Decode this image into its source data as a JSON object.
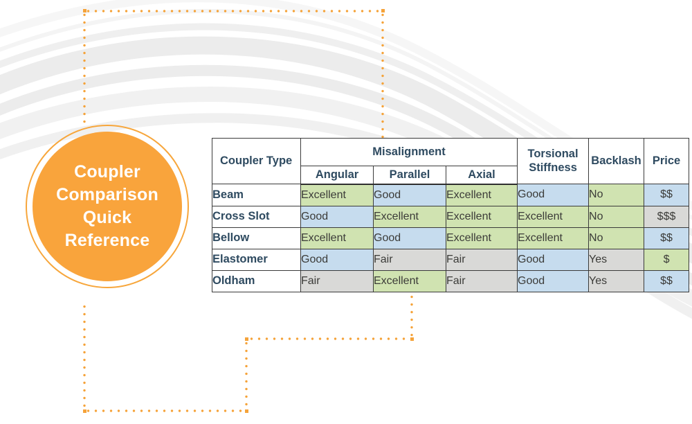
{
  "badge": {
    "lines": [
      "Coupler",
      "Comparison",
      "Quick",
      "Reference"
    ],
    "text": "Coupler Comparison Quick Reference",
    "fill_color": "#f9a43c",
    "ring_color": "#f7a63b",
    "text_color": "#ffffff"
  },
  "connector": {
    "color": "#f5a33a",
    "style": "dotted"
  },
  "palette": {
    "excellent": "#d0e3b1",
    "good": "#c6dcee",
    "fair": "#d9d9d7",
    "header_text": "#2e4a60",
    "cell_text": "#3b3b38",
    "border": "#3a3a3a",
    "background": "#ffffff",
    "swoosh": "#ececec"
  },
  "table": {
    "group_header": {
      "coupler_type": "Coupler Type",
      "misalignment": "Misalignment",
      "torsional_stiffness": "Torsional Stiffness",
      "backlash": "Backlash",
      "price": "Price"
    },
    "sub_headers": [
      "Angular",
      "Parallel",
      "Axial"
    ],
    "columns": [
      "Coupler Type",
      "Angular",
      "Parallel",
      "Axial",
      "Torsional Stiffness",
      "Backlash",
      "Price"
    ],
    "rows": [
      {
        "type": "Beam",
        "angular": {
          "text": "Excellent",
          "color": "green"
        },
        "parallel": {
          "text": "Good",
          "color": "blue"
        },
        "axial": {
          "text": "Excellent",
          "color": "green"
        },
        "torsional": {
          "text": "Good",
          "color": "blue"
        },
        "backlash": {
          "text": "No",
          "color": "green"
        },
        "price": {
          "text": "$$",
          "color": "blue"
        }
      },
      {
        "type": "Cross Slot",
        "angular": {
          "text": "Good",
          "color": "blue"
        },
        "parallel": {
          "text": "Excellent",
          "color": "green"
        },
        "axial": {
          "text": "Excellent",
          "color": "green"
        },
        "torsional": {
          "text": "Excellent",
          "color": "green"
        },
        "backlash": {
          "text": "No",
          "color": "green"
        },
        "price": {
          "text": "$$$",
          "color": "gray"
        }
      },
      {
        "type": "Bellow",
        "angular": {
          "text": "Excellent",
          "color": "green"
        },
        "parallel": {
          "text": "Good",
          "color": "blue"
        },
        "axial": {
          "text": "Excellent",
          "color": "green"
        },
        "torsional": {
          "text": "Excellent",
          "color": "green"
        },
        "backlash": {
          "text": "No",
          "color": "green"
        },
        "price": {
          "text": "$$",
          "color": "blue"
        }
      },
      {
        "type": "Elastomer",
        "angular": {
          "text": "Good",
          "color": "blue"
        },
        "parallel": {
          "text": "Fair",
          "color": "gray"
        },
        "axial": {
          "text": "Fair",
          "color": "gray"
        },
        "torsional": {
          "text": "Good",
          "color": "blue"
        },
        "backlash": {
          "text": "Yes",
          "color": "gray"
        },
        "price": {
          "text": "$",
          "color": "green"
        }
      },
      {
        "type": "Oldham",
        "angular": {
          "text": "Fair",
          "color": "gray"
        },
        "parallel": {
          "text": "Excellent",
          "color": "green"
        },
        "axial": {
          "text": "Fair",
          "color": "gray"
        },
        "torsional": {
          "text": "Good",
          "color": "blue"
        },
        "backlash": {
          "text": "Yes",
          "color": "gray"
        },
        "price": {
          "text": "$$",
          "color": "blue"
        }
      }
    ]
  }
}
